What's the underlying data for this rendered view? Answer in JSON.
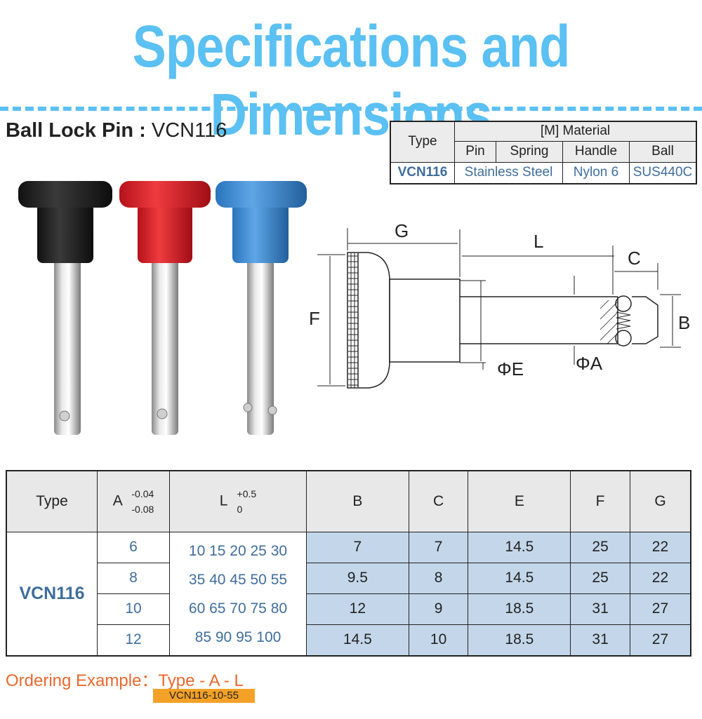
{
  "title": "Specifications and Dimensions",
  "subtitle": {
    "name": "Ball Lock Pin :",
    "code": "VCN116"
  },
  "material_table": {
    "type_header": "Type",
    "material_header": "[M] Material",
    "columns": [
      "Pin",
      "Spring",
      "Handle",
      "Ball"
    ],
    "row": {
      "type": "VCN116",
      "values": [
        "Stainless Steel",
        "Nylon 6",
        "SUS440C"
      ]
    }
  },
  "drawing_labels": {
    "G": "G",
    "L": "L",
    "C": "C",
    "F": "F",
    "B": "B",
    "E": "ΦE",
    "A": "ΦA"
  },
  "dims_table": {
    "headers": {
      "type": "Type",
      "a": "A",
      "a_tol_upper": "-0.04",
      "a_tol_lower": "-0.08",
      "l": "L",
      "l_tol_upper": "+0.5",
      "l_tol_lower": "0",
      "b": "B",
      "c": "C",
      "e": "E",
      "f": "F",
      "g": "G"
    },
    "type": "VCN116",
    "rows": [
      {
        "a": "6",
        "l": "10 15 20 25 30",
        "b": "7",
        "c": "7",
        "e": "14.5",
        "f": "25",
        "g": "22"
      },
      {
        "a": "8",
        "l": "35 40 45 50 55",
        "b": "9.5",
        "c": "8",
        "e": "14.5",
        "f": "25",
        "g": "22"
      },
      {
        "a": "10",
        "l": "60 65 70 75 80",
        "b": "12",
        "c": "9",
        "e": "18.5",
        "f": "31",
        "g": "27"
      },
      {
        "a": "12",
        "l": "85 90 95 100",
        "b": "14.5",
        "c": "10",
        "e": "18.5",
        "f": "31",
        "g": "27"
      }
    ]
  },
  "ordering": {
    "label": "Ordering Example：Type - A - L",
    "example": "VCN116-10-55"
  },
  "colors": {
    "title": "#5bc0f2",
    "accent_text": "#3f6d9c",
    "cell_blue": "#c4d7ea",
    "order_text": "#e8692e",
    "order_bg": "#f4a127"
  },
  "knob_colors": [
    "black",
    "red",
    "blue"
  ]
}
